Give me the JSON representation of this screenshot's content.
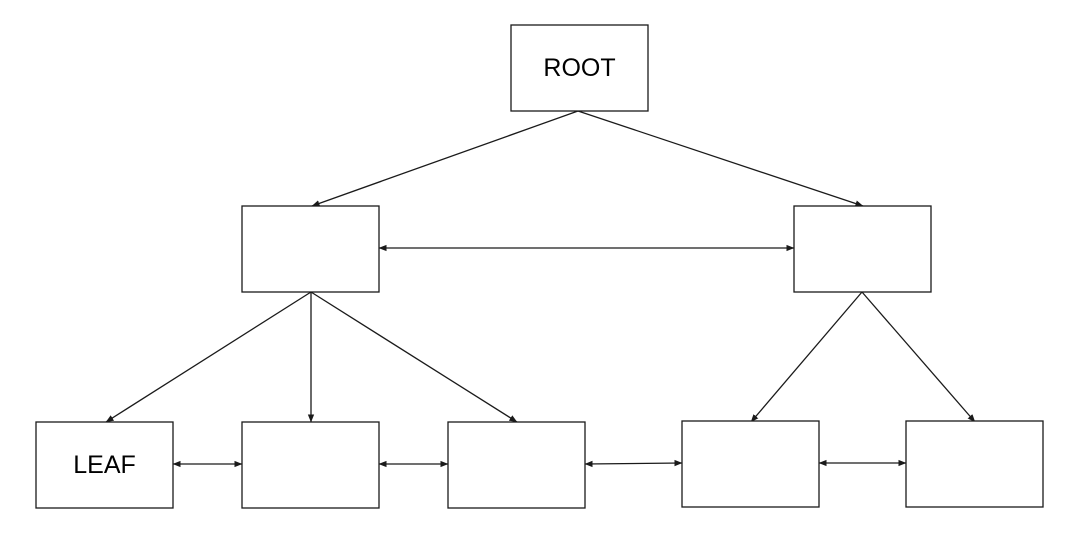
{
  "diagram": {
    "type": "tree",
    "nodes": [
      {
        "id": "root",
        "label": "ROOT",
        "level": 0
      },
      {
        "id": "internal-left",
        "label": "",
        "level": 1
      },
      {
        "id": "internal-right",
        "label": "",
        "level": 1
      },
      {
        "id": "leaf-1",
        "label": "LEAF",
        "level": 2
      },
      {
        "id": "leaf-2",
        "label": "",
        "level": 2
      },
      {
        "id": "leaf-3",
        "label": "",
        "level": 2
      },
      {
        "id": "leaf-4",
        "label": "",
        "level": 2
      },
      {
        "id": "leaf-5",
        "label": "",
        "level": 2
      }
    ],
    "edges": [
      {
        "from": "root",
        "to": "internal-left",
        "direction": "forward"
      },
      {
        "from": "root",
        "to": "internal-right",
        "direction": "forward"
      },
      {
        "from": "internal-left",
        "to": "internal-right",
        "direction": "both"
      },
      {
        "from": "internal-left",
        "to": "leaf-1",
        "direction": "forward"
      },
      {
        "from": "internal-left",
        "to": "leaf-2",
        "direction": "forward"
      },
      {
        "from": "internal-left",
        "to": "leaf-3",
        "direction": "forward"
      },
      {
        "from": "internal-right",
        "to": "leaf-4",
        "direction": "forward"
      },
      {
        "from": "internal-right",
        "to": "leaf-5",
        "direction": "forward"
      },
      {
        "from": "leaf-1",
        "to": "leaf-2",
        "direction": "both"
      },
      {
        "from": "leaf-2",
        "to": "leaf-3",
        "direction": "both"
      },
      {
        "from": "leaf-3",
        "to": "leaf-4",
        "direction": "both"
      },
      {
        "from": "leaf-4",
        "to": "leaf-5",
        "direction": "both"
      }
    ],
    "colors": {
      "stroke": "#1a1a1a",
      "fill": "#ffffff",
      "text": "#000000"
    }
  }
}
